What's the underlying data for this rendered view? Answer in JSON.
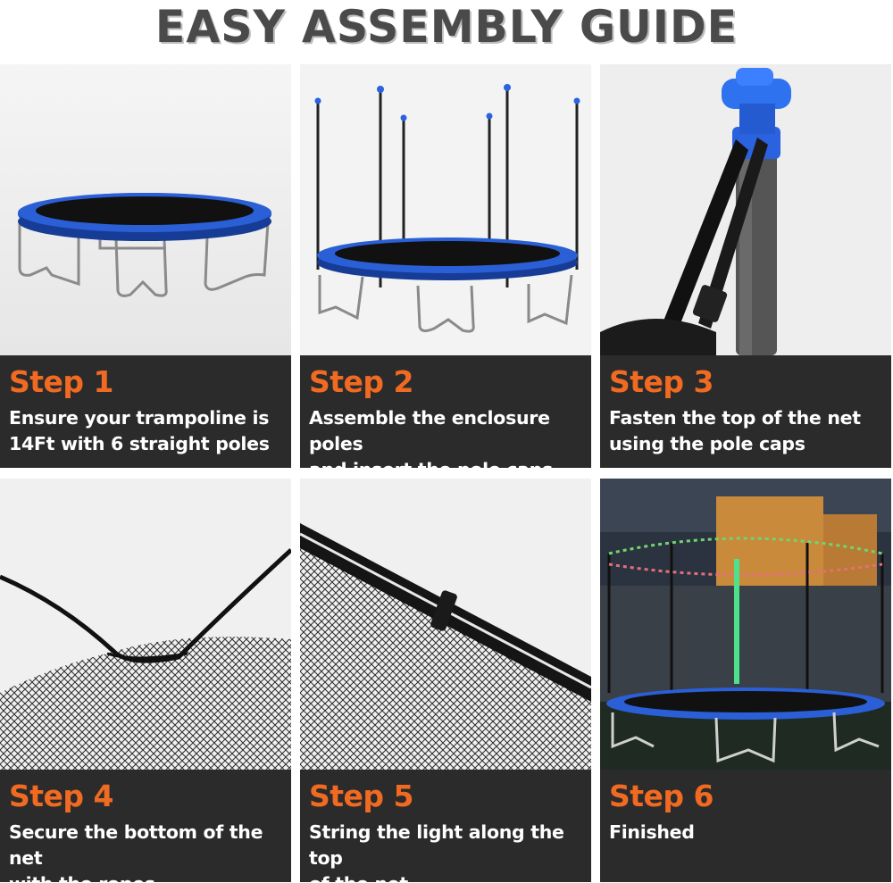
{
  "header": {
    "title": "EASY ASSEMBLY GUIDE"
  },
  "colors": {
    "accent": "#f06a22",
    "caption_bg": "#2b2b2b",
    "title": "#4a4a4a",
    "pad_blue": "#1f4fbf"
  },
  "steps": [
    {
      "label": "Step 1",
      "line1": "Ensure your trampoline is",
      "line2": "14Ft with 6 straight poles"
    },
    {
      "label": "Step 2",
      "line1": "Assemble the enclosure poles",
      "line2": "and insert the pole caps"
    },
    {
      "label": "Step 3",
      "line1": "Fasten the top of the net",
      "line2": "using the pole caps"
    },
    {
      "label": "Step 4",
      "line1": "Secure the bottom of the net",
      "line2": "with the ropes"
    },
    {
      "label": "Step 5",
      "line1": "String the light along the top",
      "line2": "of the net"
    },
    {
      "label": "Step 6",
      "line1": "Finished",
      "line2": ""
    }
  ]
}
